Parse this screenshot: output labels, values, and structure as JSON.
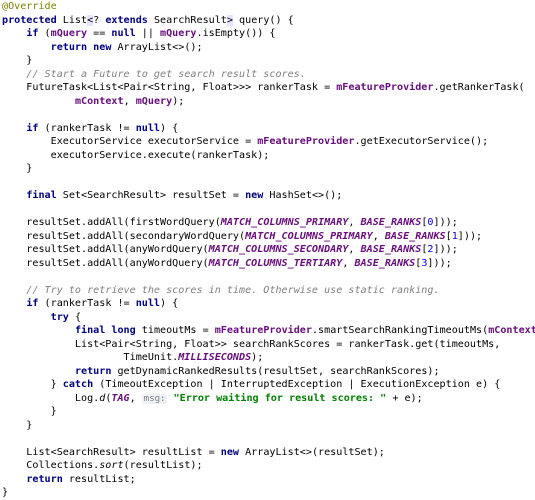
{
  "editor": {
    "language": "java",
    "lines": [
      [
        {
          "t": "@Override",
          "c": "ann"
        }
      ],
      [
        {
          "t": "protected ",
          "c": "kw"
        },
        {
          "t": "List"
        },
        {
          "t": "<",
          "c": "hl"
        },
        {
          "t": "? "
        },
        {
          "t": "extends ",
          "c": "kw"
        },
        {
          "t": "SearchResult"
        },
        {
          "t": ">",
          "c": "hl"
        },
        {
          "t": " query() {"
        }
      ],
      [
        {
          "t": "    "
        },
        {
          "t": "if ",
          "c": "kw"
        },
        {
          "t": "("
        },
        {
          "t": "mQuery",
          "c": "fld"
        },
        {
          "t": " == "
        },
        {
          "t": "null ",
          "c": "kw"
        },
        {
          "t": "|| "
        },
        {
          "t": "mQuery",
          "c": "fld"
        },
        {
          "t": ".isEmpty()) {"
        }
      ],
      [
        {
          "t": "        "
        },
        {
          "t": "return new ",
          "c": "kw"
        },
        {
          "t": "ArrayList<>();"
        }
      ],
      [
        {
          "t": "    }"
        }
      ],
      [
        {
          "t": "    // Start a Future to get search result scores.",
          "c": "cm"
        }
      ],
      [
        {
          "t": "    FutureTask<List<Pair<String, Float>>> rankerTask = "
        },
        {
          "t": "mFeatureProvider",
          "c": "fld"
        },
        {
          "t": ".getRankerTask("
        }
      ],
      [
        {
          "t": "            "
        },
        {
          "t": "mContext",
          "c": "fld"
        },
        {
          "t": ", "
        },
        {
          "t": "mQuery",
          "c": "fld"
        },
        {
          "t": ");"
        }
      ],
      [],
      [
        {
          "t": "    "
        },
        {
          "t": "if ",
          "c": "kw"
        },
        {
          "t": "(rankerTask != "
        },
        {
          "t": "null",
          "c": "kw"
        },
        {
          "t": ") {"
        }
      ],
      [
        {
          "t": "        ExecutorService executorService = "
        },
        {
          "t": "mFeatureProvider",
          "c": "fld"
        },
        {
          "t": ".getExecutorService();"
        }
      ],
      [
        {
          "t": "        executorService.execute(rankerTask);"
        }
      ],
      [
        {
          "t": "    }"
        }
      ],
      [],
      [
        {
          "t": "    "
        },
        {
          "t": "final ",
          "c": "kw"
        },
        {
          "t": "Set<SearchResult> resultSet = "
        },
        {
          "t": "new ",
          "c": "kw"
        },
        {
          "t": "HashSet<>();"
        }
      ],
      [],
      [
        {
          "t": "    resultSet.addAll(firstWordQuery("
        },
        {
          "t": "MATCH_COLUMNS_PRIMARY",
          "c": "cst"
        },
        {
          "t": ", "
        },
        {
          "t": "BASE_RANKS",
          "c": "cst"
        },
        {
          "t": "["
        },
        {
          "t": "0",
          "c": "num"
        },
        {
          "t": "]));"
        }
      ],
      [
        {
          "t": "    resultSet.addAll(secondaryWordQuery("
        },
        {
          "t": "MATCH_COLUMNS_PRIMARY",
          "c": "cst"
        },
        {
          "t": ", "
        },
        {
          "t": "BASE_RANKS",
          "c": "cst"
        },
        {
          "t": "["
        },
        {
          "t": "1",
          "c": "num"
        },
        {
          "t": "]));"
        }
      ],
      [
        {
          "t": "    resultSet.addAll(anyWordQuery("
        },
        {
          "t": "MATCH_COLUMNS_SECONDARY",
          "c": "cst"
        },
        {
          "t": ", "
        },
        {
          "t": "BASE_RANKS",
          "c": "cst"
        },
        {
          "t": "["
        },
        {
          "t": "2",
          "c": "num"
        },
        {
          "t": "]));"
        }
      ],
      [
        {
          "t": "    resultSet.addAll(anyWordQuery("
        },
        {
          "t": "MATCH_COLUMNS_TERTIARY",
          "c": "cst"
        },
        {
          "t": ", "
        },
        {
          "t": "BASE_RANKS",
          "c": "cst"
        },
        {
          "t": "["
        },
        {
          "t": "3",
          "c": "num"
        },
        {
          "t": "]));"
        }
      ],
      [],
      [
        {
          "t": "    // Try to retrieve the scores in time. Otherwise use static ranking.",
          "c": "cm"
        }
      ],
      [
        {
          "t": "    "
        },
        {
          "t": "if ",
          "c": "kw"
        },
        {
          "t": "(rankerTask != "
        },
        {
          "t": "null",
          "c": "kw"
        },
        {
          "t": ") {"
        }
      ],
      [
        {
          "t": "        "
        },
        {
          "t": "try ",
          "c": "kw"
        },
        {
          "t": "{"
        }
      ],
      [
        {
          "t": "            "
        },
        {
          "t": "final long ",
          "c": "kw"
        },
        {
          "t": "timeoutMs = "
        },
        {
          "t": "mFeatureProvider",
          "c": "fld"
        },
        {
          "t": ".smartSearchRankingTimeoutMs("
        },
        {
          "t": "mContext",
          "c": "fld"
        },
        {
          "t": ");"
        }
      ],
      [
        {
          "t": "            List<Pair<String, Float>> searchRankScores = rankerTask.get(timeoutMs,"
        }
      ],
      [
        {
          "t": "                    TimeUnit."
        },
        {
          "t": "MILLISECONDS",
          "c": "cst"
        },
        {
          "t": ");"
        }
      ],
      [
        {
          "t": "            "
        },
        {
          "t": "return ",
          "c": "kw"
        },
        {
          "t": "getDynamicRankedResults(resultSet, searchRankScores);"
        }
      ],
      [
        {
          "t": "        } "
        },
        {
          "t": "catch ",
          "c": "kw"
        },
        {
          "t": "(TimeoutException | InterruptedException | ExecutionException e) {"
        }
      ],
      [
        {
          "t": "            Log."
        },
        {
          "t": "d",
          "c": "st"
        },
        {
          "t": "("
        },
        {
          "t": "TAG",
          "c": "cst"
        },
        {
          "t": ", "
        },
        {
          "t": "msg:",
          "c": "hint"
        },
        {
          "t": " "
        },
        {
          "t": "\"Error waiting for result scores: \"",
          "c": "str"
        },
        {
          "t": " + e);"
        }
      ],
      [
        {
          "t": "        }"
        }
      ],
      [
        {
          "t": "    }"
        }
      ],
      [],
      [
        {
          "t": "    List<SearchResult> resultList = "
        },
        {
          "t": "new ",
          "c": "kw"
        },
        {
          "t": "ArrayList<>(resultSet);"
        }
      ],
      [
        {
          "t": "    Collections."
        },
        {
          "t": "sort",
          "c": "st"
        },
        {
          "t": "(resultList);"
        }
      ],
      [
        {
          "t": "    "
        },
        {
          "t": "return ",
          "c": "kw"
        },
        {
          "t": "resultList;"
        }
      ],
      [
        {
          "t": "}"
        }
      ]
    ]
  }
}
